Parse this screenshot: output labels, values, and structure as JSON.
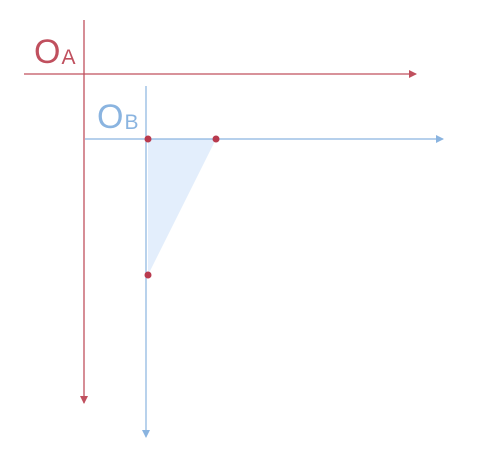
{
  "frame_a": {
    "label_main": "O",
    "label_sub": "A",
    "color": "#c0505e"
  },
  "frame_b": {
    "label_main": "O",
    "label_sub": "B",
    "color": "#8ab4e0"
  },
  "triangle": {
    "fill_color": "#e3eefc",
    "vertex_color": "#b83a4e"
  }
}
